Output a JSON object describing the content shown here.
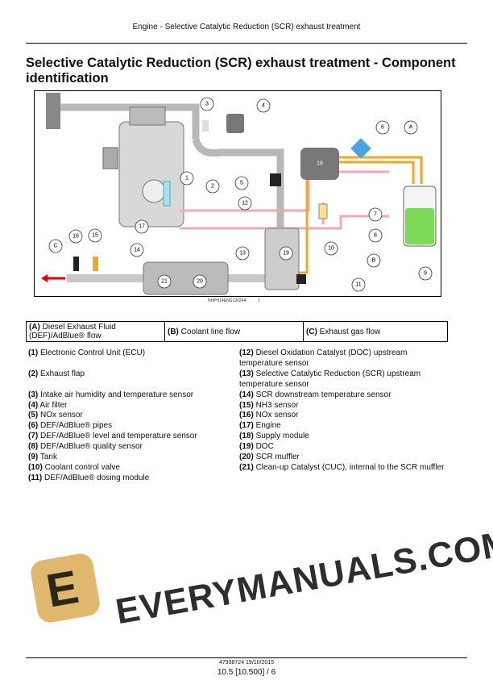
{
  "header": {
    "running_title": "Engine - Selective Catalytic Reduction (SCR) exhaust treatment"
  },
  "title": "Selective Catalytic Reduction (SCR) exhaust treatment - Component identification",
  "figure": {
    "code": "NHPH14ENG1262FA",
    "number": "1",
    "callouts": [
      "1",
      "2",
      "3",
      "4",
      "5",
      "6",
      "7",
      "8",
      "9",
      "10",
      "11",
      "12",
      "13",
      "14",
      "15",
      "16",
      "17",
      "18",
      "19",
      "20",
      "21",
      "A",
      "B",
      "C"
    ],
    "colors": {
      "def_flow": "#f5a623",
      "coolant": "#f4a9b0",
      "exhaust": "#e00000",
      "pipe": "#c8c8c8",
      "tank_fluid": "#7ed957"
    }
  },
  "flows": [
    {
      "key": "(A)",
      "label": "Diesel Exhaust Fluid (DEF)/AdBlue® flow"
    },
    {
      "key": "(B)",
      "label": "Coolant line flow"
    },
    {
      "key": "(C)",
      "label": "Exhaust gas flow"
    }
  ],
  "legend_left": [
    {
      "key": "(1)",
      "label": "Electronic Control Unit (ECU)"
    },
    {
      "key": "(2)",
      "label": "Exhaust flap"
    },
    {
      "key": "(3)",
      "label": "Intake air humidity and temperature sensor"
    },
    {
      "key": "(4)",
      "label": "Air filter"
    },
    {
      "key": "(5)",
      "label": "NOx sensor"
    },
    {
      "key": "(6)",
      "label": "DEF/AdBlue® pipes"
    },
    {
      "key": "(7)",
      "label": "DEF/AdBlue® level and temperature sensor"
    },
    {
      "key": "(8)",
      "label": "DEF/AdBlue® quality sensor"
    },
    {
      "key": "(9)",
      "label": "Tank"
    },
    {
      "key": "(10)",
      "label": "Coolant control valve"
    },
    {
      "key": "(11)",
      "label": "DEF/AdBlue® dosing module"
    }
  ],
  "legend_right": [
    {
      "key": "(12)",
      "label": "Diesel Oxidation Catalyst (DOC) upstream temperature sensor"
    },
    {
      "key": "(13)",
      "label": "Selective Catalytic Reduction (SCR) upstream temperature sensor"
    },
    {
      "key": "(14)",
      "label": "SCR downstream temperature sensor"
    },
    {
      "key": "(15)",
      "label": "NH3 sensor"
    },
    {
      "key": "(16)",
      "label": "NOx sensor"
    },
    {
      "key": "(17)",
      "label": "Engine"
    },
    {
      "key": "(18)",
      "label": "Supply module"
    },
    {
      "key": "(19)",
      "label": "DOC"
    },
    {
      "key": "(20)",
      "label": "SCR muffler"
    },
    {
      "key": "(21)",
      "label": "Clean-up Catalyst (CUC), internal to the SCR muffler"
    }
  ],
  "watermark": "EVERYMANUALS.COM",
  "footer": {
    "doc_date": "47938724 19/10/2015",
    "page": "10.5 [10.500] / 6"
  }
}
